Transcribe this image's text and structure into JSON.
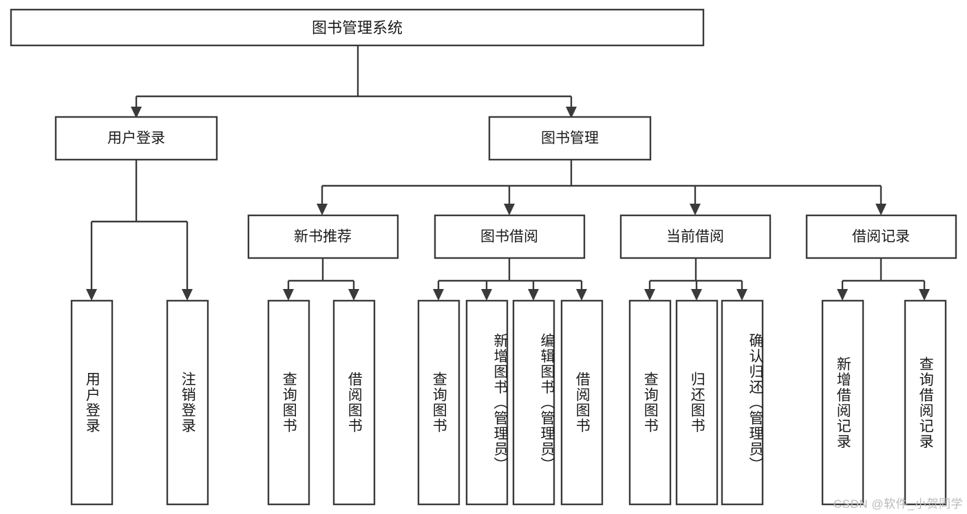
{
  "diagram": {
    "title": "图书管理系统",
    "type": "tree-hierarchy",
    "watermark": "CSDN @软件_小贺同学",
    "colors": {
      "box_stroke": "#3a3a3a",
      "box_fill": "#ffffff",
      "text": "#1a1a1a",
      "background": "#ffffff",
      "watermark": "#b9b9b9"
    },
    "root": {
      "label": "图书管理系统"
    },
    "level2": [
      {
        "label": "用户登录"
      },
      {
        "label": "图书管理"
      }
    ],
    "level3": [
      {
        "label": "新书推荐"
      },
      {
        "label": "图书借阅"
      },
      {
        "label": "当前借阅"
      },
      {
        "label": "借阅记录"
      }
    ],
    "leaves": {
      "user_login": [
        {
          "label": "用户登录"
        },
        {
          "label": "注销登录"
        }
      ],
      "new_book_recommend": [
        {
          "label": "查询图书"
        },
        {
          "label": "借阅图书"
        }
      ],
      "book_borrow": [
        {
          "label": "查询图书"
        },
        {
          "label": "新增图书（管理员）"
        },
        {
          "label": "编辑图书（管理员）"
        },
        {
          "label": "借阅图书"
        }
      ],
      "current_borrow": [
        {
          "label": "查询图书"
        },
        {
          "label": "归还图书"
        },
        {
          "label": "确认归还（管理员）"
        }
      ],
      "borrow_record": [
        {
          "label": "新增借阅记录"
        },
        {
          "label": "查询借阅记录"
        }
      ]
    }
  }
}
